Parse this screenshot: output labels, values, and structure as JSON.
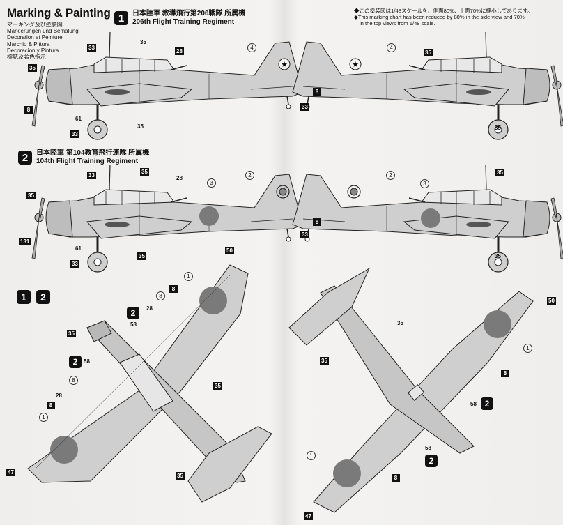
{
  "title": "Marking & Painting",
  "languages": [
    "マーキング及び塗装図",
    "Markierungen und Bemalung",
    "Decoration et Peinture",
    "Marchio & Pittura",
    "Decoracion y Pintura",
    "標誌及著色指示"
  ],
  "note": [
    "◆この塗装図は1/48スケールを、側面80%、上面70%に縮小してあります。",
    "◆This marking chart has been reduced by 80% in the side view and 70%",
    "in the top views from 1/48 scale."
  ],
  "schemes": [
    {
      "badge": "1",
      "jp": "日本陸軍 教導飛行第206戦隊 所属機",
      "en": "206th Flight Training Regiment"
    },
    {
      "badge": "2",
      "jp": "日本陸軍 第104教育飛行連隊 所属機",
      "en": "104th Flight Training Regiment"
    }
  ],
  "top_badges": [
    "1",
    "2"
  ],
  "colors": {
    "aircraft": "#cfcfcf",
    "hinomaru": "#7a7a7a",
    "ink": "#222222",
    "callout_bg": "#111111"
  },
  "callouts_s1": {
    "a": "33",
    "b": "35",
    "c": "28",
    "d": "4",
    "e": "35",
    "f": "8",
    "g": "61",
    "h": "33",
    "i": "35",
    "j": "8",
    "k": "33",
    "l": "4",
    "m": "35",
    "n": "35"
  },
  "callouts_s2": {
    "a": "33",
    "b": "35",
    "c": "28",
    "d": "2",
    "e": "3",
    "f": "35",
    "g": "131",
    "h": "61",
    "i": "33",
    "j": "35",
    "k": "8",
    "l": "33",
    "m": "2",
    "n": "3",
    "o": "35",
    "p": "35"
  },
  "callouts_top": {
    "a": "50",
    "b": "1",
    "c": "8",
    "d": "8",
    "e": "28",
    "f": "58",
    "g": "35",
    "h": "58",
    "i": "35",
    "j": "8",
    "k": "28",
    "l": "8",
    "m": "1",
    "n": "47",
    "o": "35",
    "p": "35",
    "q": "35",
    "r": "50",
    "s": "1",
    "t": "8",
    "u": "58",
    "v": "58",
    "w": "1",
    "x": "8",
    "y": "47"
  },
  "top_badge_2": "2"
}
